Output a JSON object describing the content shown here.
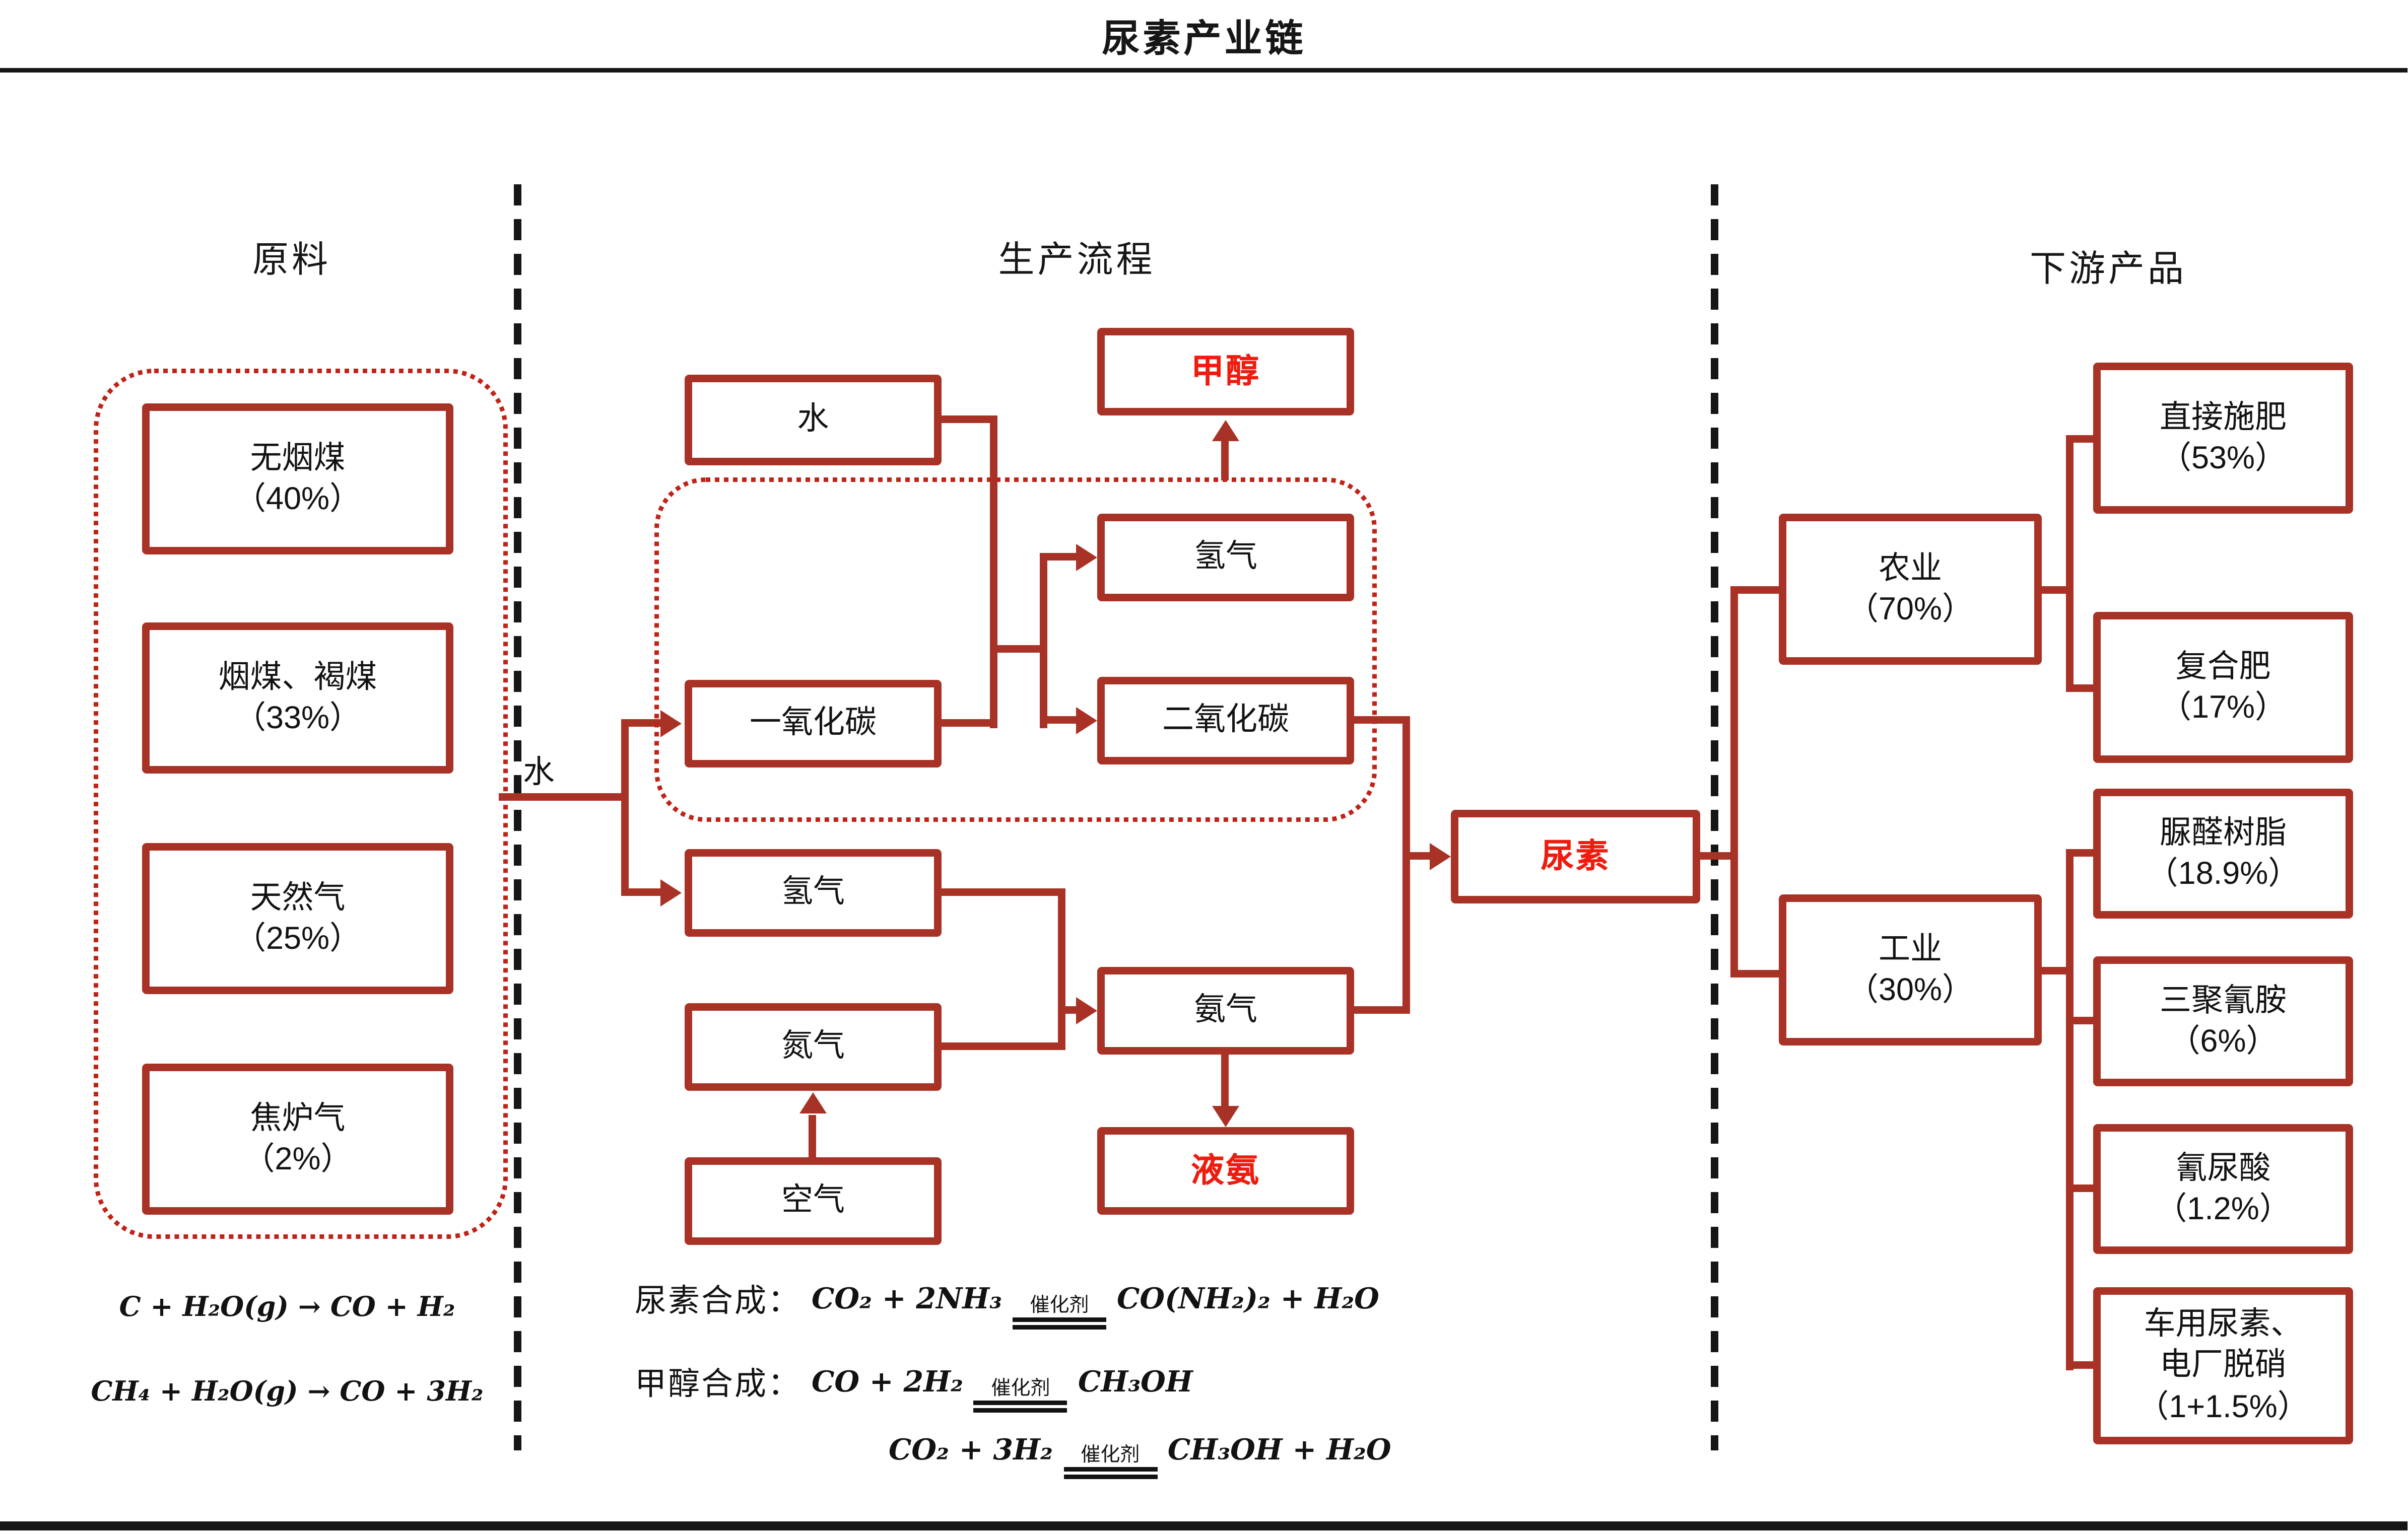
{
  "title": "尿素产业链",
  "colors": {
    "line_red": "#a93226",
    "dotted_red": "#bf2318",
    "highlight_red": "#ee1c0e",
    "ink": "#161616"
  },
  "raw": {
    "header": "原料",
    "items": [
      {
        "name": "无烟煤",
        "share": "（40%）"
      },
      {
        "name": "烟煤、褐煤",
        "share": "（33%）"
      },
      {
        "name": "天然气",
        "share": "（25%）"
      },
      {
        "name": "焦炉气",
        "share": "（2%）"
      }
    ],
    "equations": [
      "C + H₂O(g) → CO + H₂",
      "CH₄ + H₂O(g) → CO + 3H₂"
    ]
  },
  "process": {
    "header": "生产流程",
    "water_feed_label": "水",
    "nodes": {
      "water": "水",
      "methanol": "甲醇",
      "hydrogen_upper": "氢气",
      "carbon_monoxide": "一氧化碳",
      "carbon_dioxide": "二氧化碳",
      "hydrogen_lower": "氢气",
      "nitrogen": "氮气",
      "air": "空气",
      "ammonia": "氨气",
      "liquid_ammonia": "液氨",
      "urea": "尿素"
    },
    "equations": [
      {
        "label": "尿素合成：",
        "lhs": "CO₂ + 2NH₃",
        "catalyst": "催化剂",
        "rhs": "CO(NH₂)₂ + H₂O"
      },
      {
        "label": "甲醇合成：",
        "lhs": "CO + 2H₂",
        "catalyst": "催化剂",
        "rhs": "CH₃OH"
      },
      {
        "label": "",
        "lhs": "CO₂ + 3H₂",
        "catalyst": "催化剂",
        "rhs": "CH₃OH + H₂O"
      }
    ]
  },
  "downstream": {
    "header": "下游产品",
    "agriculture": {
      "name": "农业",
      "share": "（70%）"
    },
    "industry": {
      "name": "工业",
      "share": "（30%）"
    },
    "agriculture_children": [
      {
        "name": "直接施肥",
        "share": "（53%）"
      },
      {
        "name": "复合肥",
        "share": "（17%）"
      }
    ],
    "industry_children": [
      {
        "name": "脲醛树脂",
        "share": "（18.9%）"
      },
      {
        "name": "三聚氰胺",
        "share": "（6%）"
      },
      {
        "name": "氰尿酸",
        "share": "（1.2%）"
      },
      {
        "line1": "车用尿素、",
        "line2": "电厂脱硝",
        "share": "（1+1.5%）"
      }
    ]
  }
}
